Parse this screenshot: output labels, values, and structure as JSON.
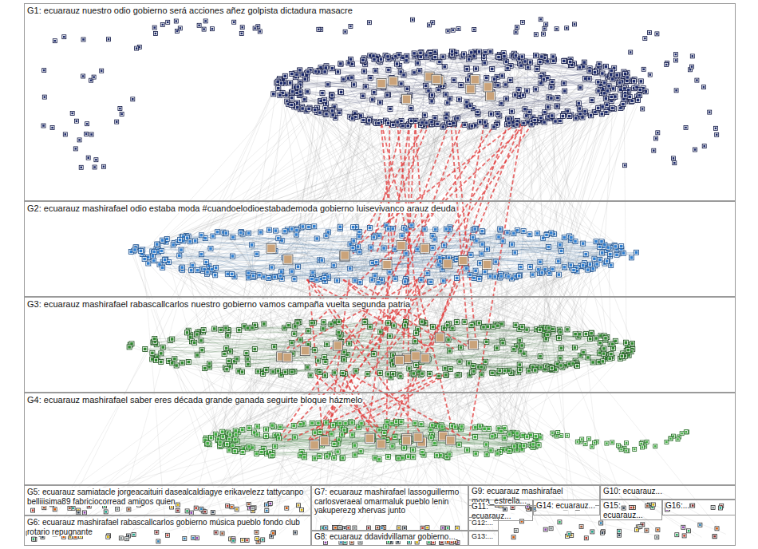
{
  "diagram": {
    "nodes": [
      {
        "text": [
          "G1: ecuarauz nuestro odio gobierno será acciones añez golpista dictadura masacre"
        ]
      },
      {
        "text": [
          "G2: ecuarauz mashirafael odio estaba moda #cuandoelodioestabademoda gobierno luisevivanco arauz deuda"
        ]
      },
      {
        "text": [
          "G3: ecuarauz mashirafael rabascallcarlos nuestro gobierno vamos campaña vuelta segunda patria"
        ]
      },
      {
        "text": [
          "G4: ecuarauz mashirafael saber eres década grande ganada seguirte bloque házmelo"
        ]
      },
      {
        "text": [
          "G5: ecuarauz samiatacle jorgeacaituiri dasealcaldiagye erikavelezz tattycanpo belliiisima89 fabriciocorread amigos quien"
        ]
      },
      {
        "text": [
          "G6: ecuarauz mashirafael rabascallcarlos gobierno música pueblo fondo club rotario repugnante"
        ]
      },
      {
        "text": [
          "G7: ecuarauz mashirafael lassoguillermo carlosveraeal omarmaluk pueblo lenin yakuperezg xhervas junto"
        ]
      },
      {
        "text": [
          "G8: ecuarauz ddavidvillamar gobierno..."
        ]
      },
      {
        "text": [
          "G9: ecuarauz mashirafael mora_estrella..."
        ]
      },
      {
        "text": [
          "G10: ecuarauz..."
        ]
      },
      {
        "text": [
          "G11: ecuarauz..."
        ]
      },
      {
        "text": [
          "G12:..."
        ]
      },
      {
        "text": [
          "G13:..."
        ]
      },
      {
        "text": [
          "G14: ecuarauz..."
        ]
      },
      {
        "text": [
          "G15: ecuarauz..."
        ]
      },
      {
        "text": [
          "G16:..."
        ]
      }
    ]
  }
}
